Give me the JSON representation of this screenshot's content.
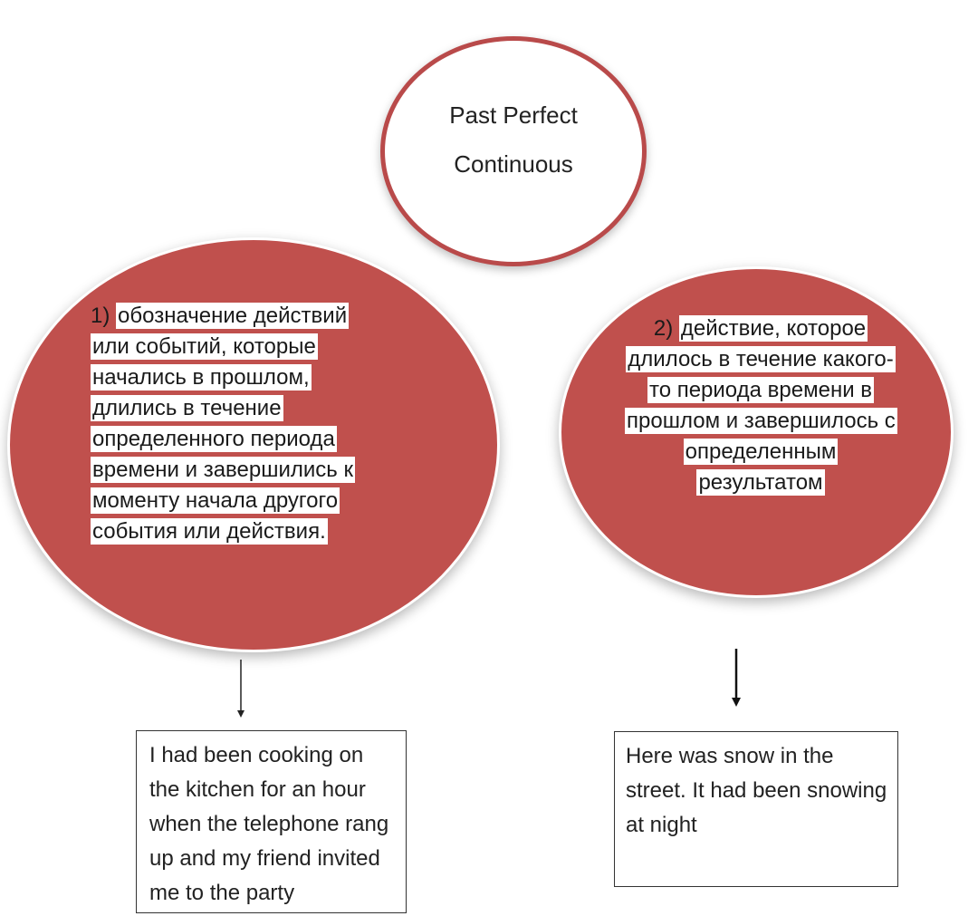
{
  "title": {
    "line1": "Past Perfect",
    "line2": "Continuous"
  },
  "left_node": {
    "number": "1)",
    "text": "обозначение действий или событий, которые начались в прошлом, длились в течение определенного периода времени и завершились к моменту начала другого события или действия."
  },
  "right_node": {
    "number": "2)",
    "text": "действие, которое длилось в течение какого-то периода времени в прошлом и завершилось с определенным результатом"
  },
  "left_example": {
    "text": "I had been cooking on the kitchen for an hour when the telephone rang up and my friend invited me to the party"
  },
  "right_example": {
    "text": "Here was snow in the street. It had been snowing at night"
  },
  "colors": {
    "ellipse_fill": "#c0504d",
    "ellipse_border_top": "#b94a4a",
    "text": "#1a1a1a"
  }
}
